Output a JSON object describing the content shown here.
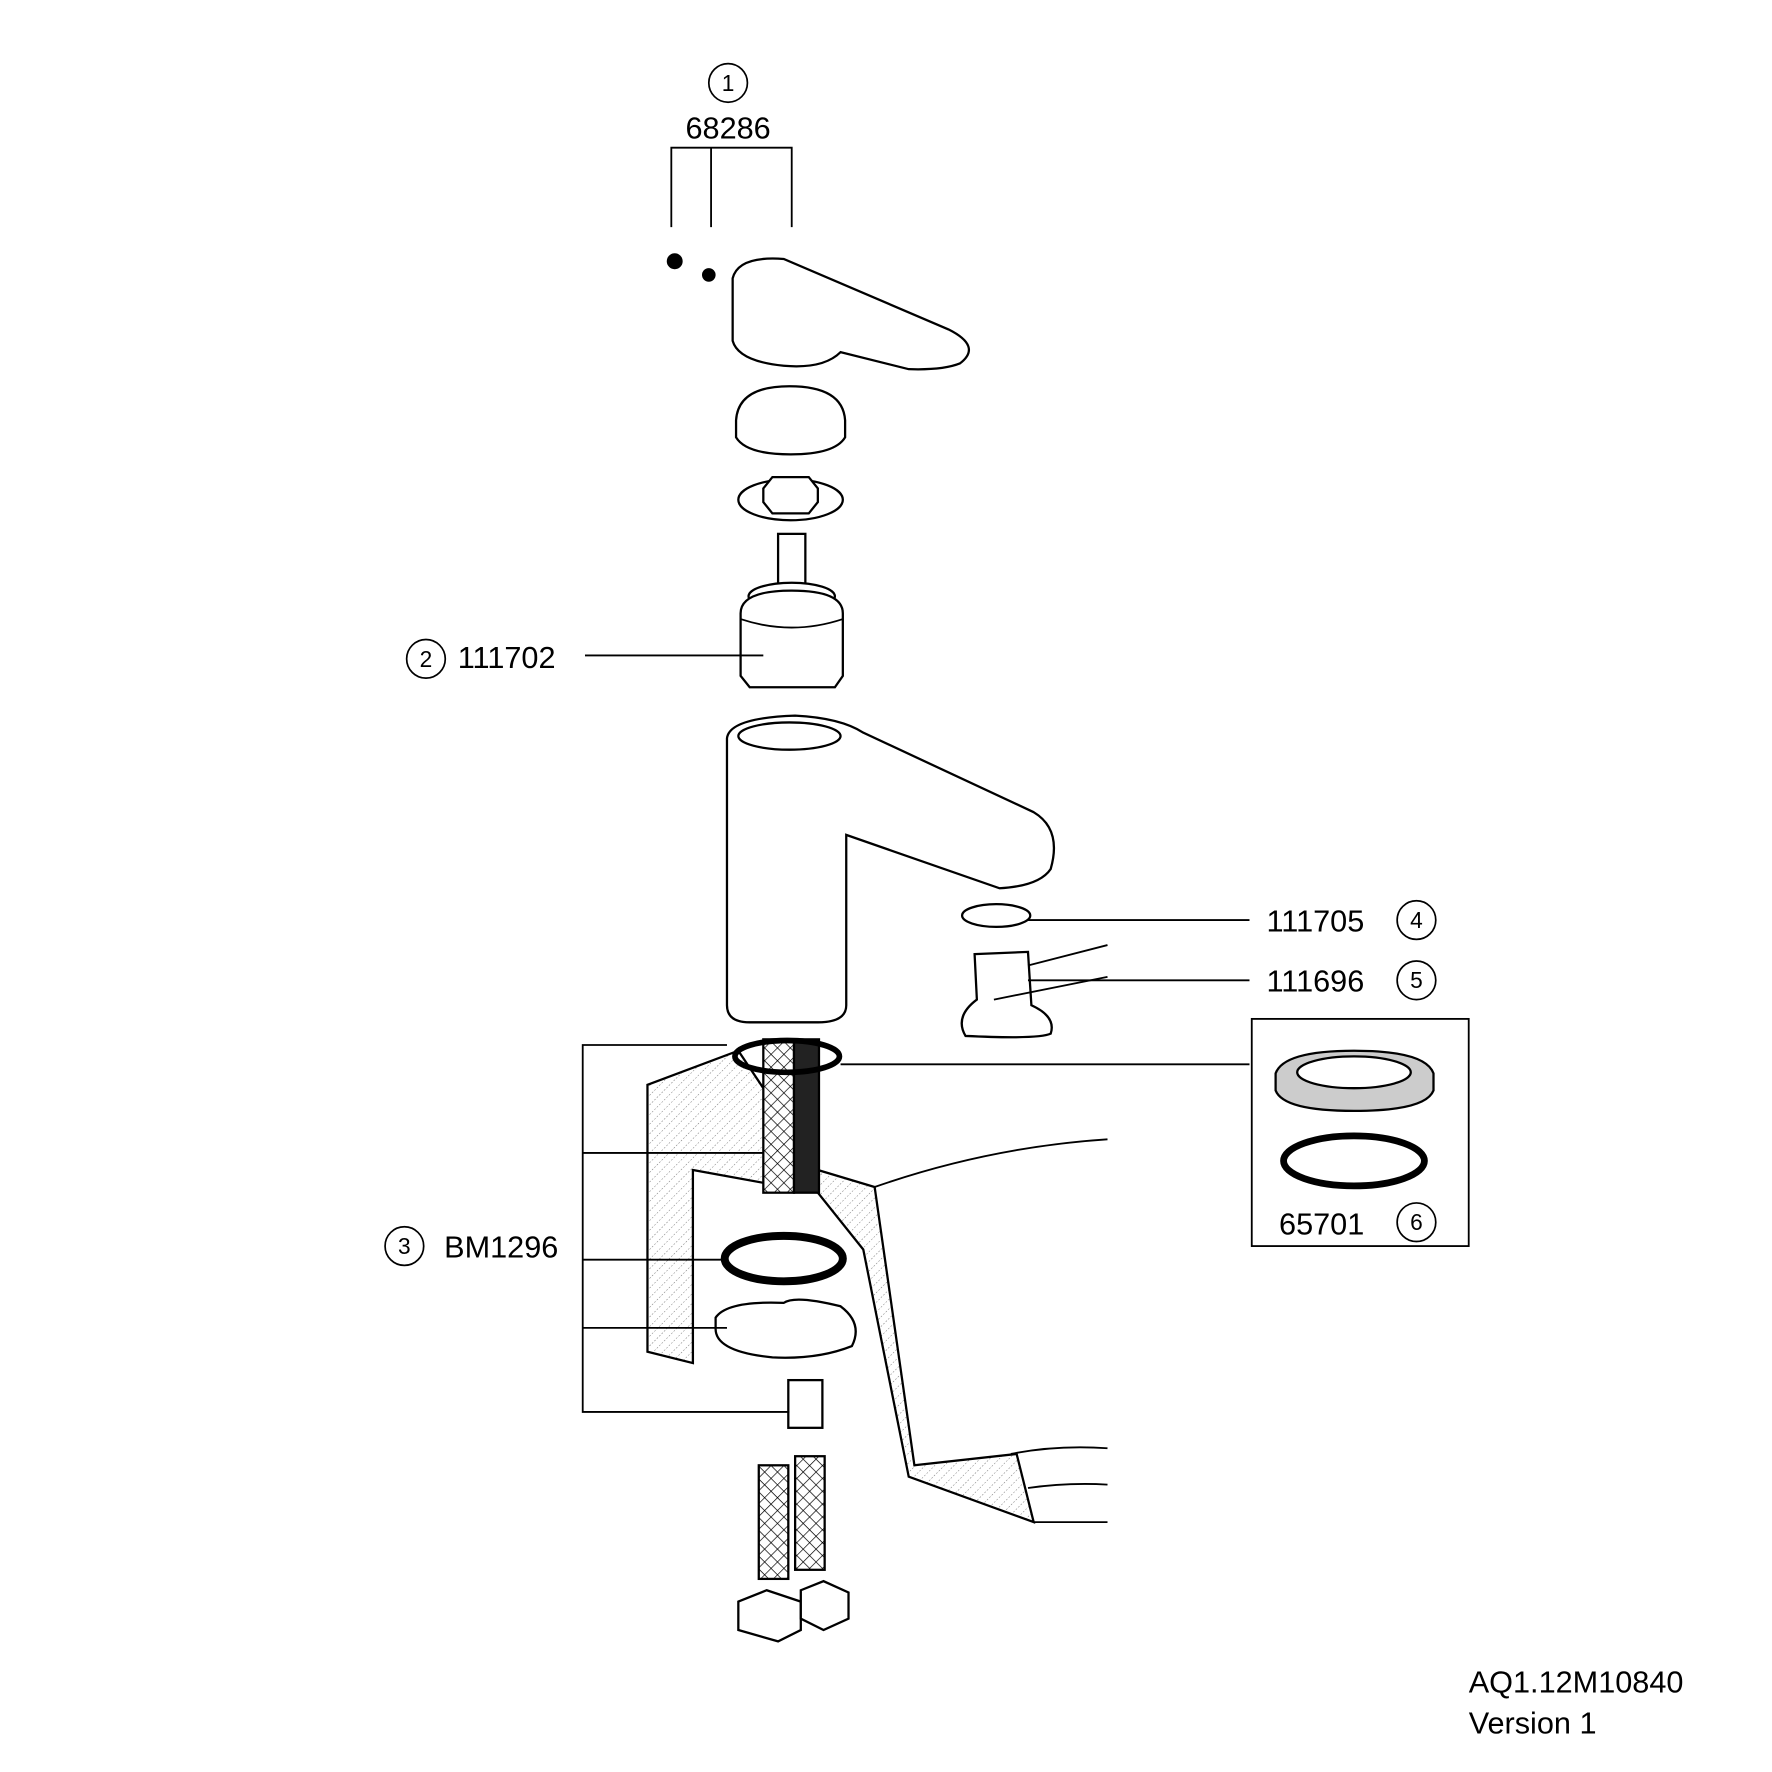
{
  "parts": [
    {
      "index": "1",
      "number": "68286"
    },
    {
      "index": "2",
      "number": "111702"
    },
    {
      "index": "3",
      "number": "BM1296"
    },
    {
      "index": "4",
      "number": "111705"
    },
    {
      "index": "5",
      "number": "111696"
    },
    {
      "index": "6",
      "number": "65701"
    }
  ],
  "footer": {
    "drawing_code": "AQ1.12M10840",
    "version": "Version 1"
  }
}
